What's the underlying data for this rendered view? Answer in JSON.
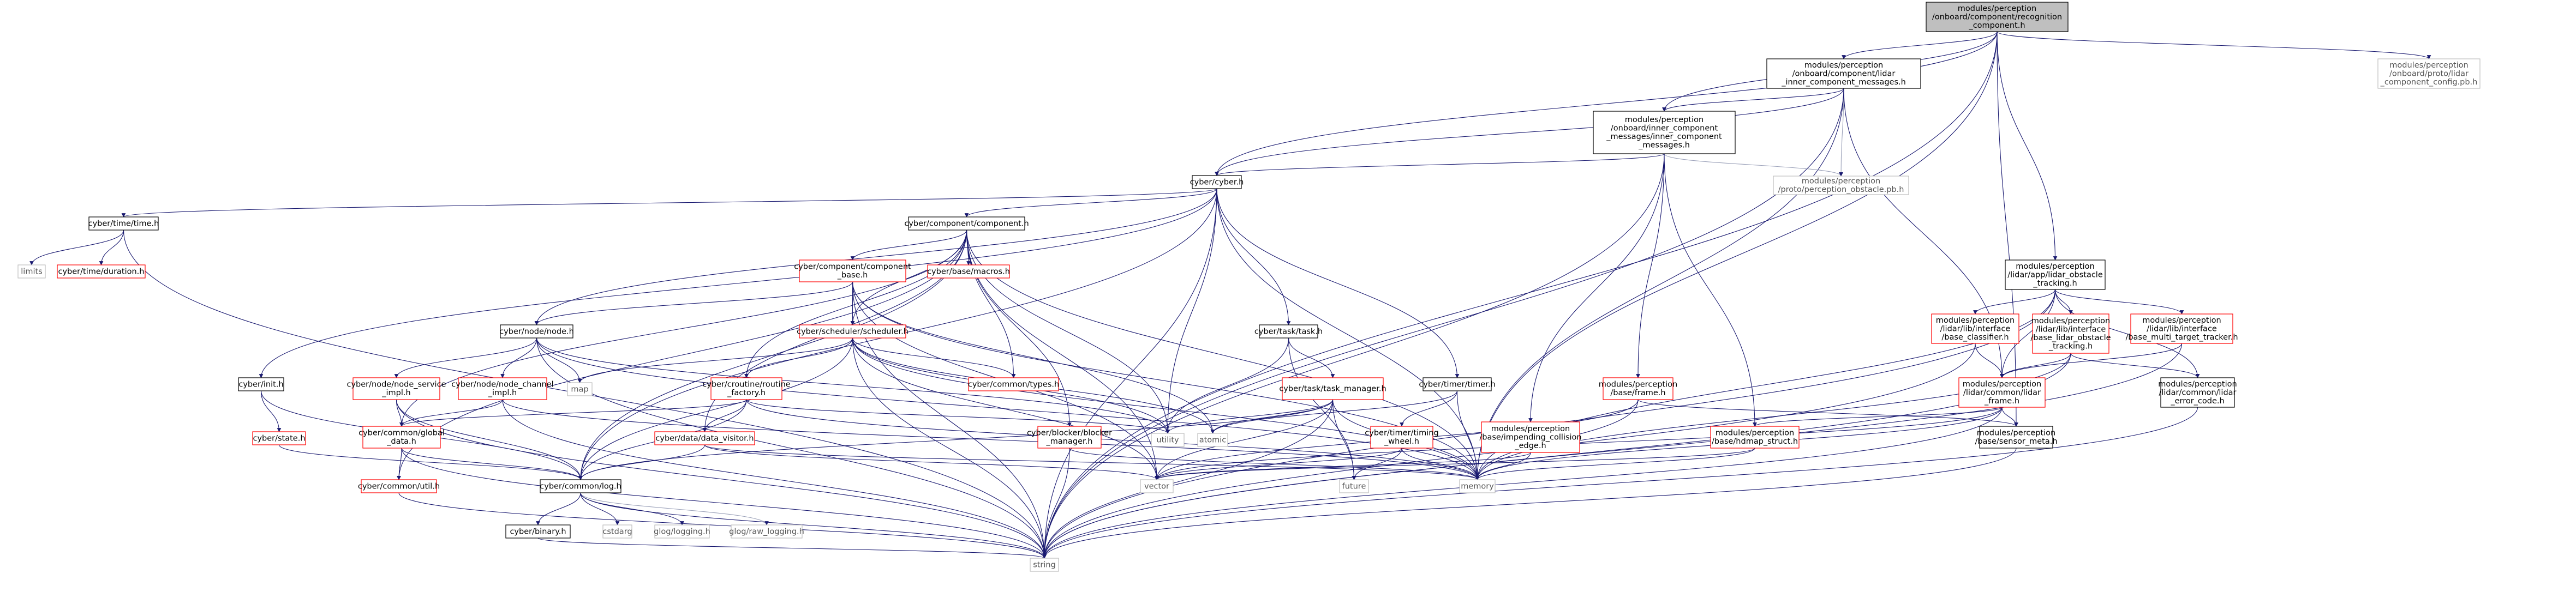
{
  "colors": {
    "edge": "#191970",
    "edge_light": "#9aa0b8",
    "box_black": "#000000",
    "box_red": "#ff0000",
    "box_gray": "#bfbfbf",
    "text_dark": "#000000",
    "text_red": "#ff0000",
    "text_gray": "#555555",
    "root_fill": "#bfbfbf"
  },
  "nodes": [
    {
      "id": "root",
      "kind": "root",
      "lines": [
        "modules/perception",
        "/onboard/component/recognition",
        "_component.h"
      ]
    },
    {
      "id": "lidar_msgs",
      "kind": "black",
      "lines": [
        "modules/perception",
        "/onboard/component/lidar",
        "_inner_component_messages.h"
      ]
    },
    {
      "id": "lidar_cfg",
      "kind": "plain",
      "lines": [
        "modules/perception",
        "/onboard/proto/lidar",
        "_component_config.pb.h"
      ]
    },
    {
      "id": "inner_msgs",
      "kind": "black",
      "lines": [
        "modules/perception",
        "/onboard/inner_component",
        "_messages/inner_component",
        "_messages.h"
      ]
    },
    {
      "id": "perc_obstacle",
      "kind": "plain",
      "lines": [
        "modules/perception",
        "/proto/perception_obstacle.pb.h"
      ]
    },
    {
      "id": "cyber_h",
      "kind": "black",
      "lines": [
        "cyber/cyber.h"
      ]
    },
    {
      "id": "time_h",
      "kind": "black",
      "lines": [
        "cyber/time/time.h"
      ]
    },
    {
      "id": "limits",
      "kind": "plain",
      "lines": [
        "limits"
      ]
    },
    {
      "id": "duration_h",
      "kind": "red",
      "lines": [
        "cyber/time/duration.h"
      ]
    },
    {
      "id": "component_h",
      "kind": "black",
      "lines": [
        "cyber/component/component.h"
      ]
    },
    {
      "id": "component_base",
      "kind": "red",
      "lines": [
        "cyber/component/component",
        "_base.h"
      ]
    },
    {
      "id": "macros_h",
      "kind": "red",
      "lines": [
        "cyber/base/macros.h"
      ]
    },
    {
      "id": "node_h",
      "kind": "black",
      "lines": [
        "cyber/node/node.h"
      ]
    },
    {
      "id": "scheduler_h",
      "kind": "red",
      "lines": [
        "cyber/scheduler/scheduler.h"
      ]
    },
    {
      "id": "task_h",
      "kind": "black",
      "lines": [
        "cyber/task/task.h"
      ]
    },
    {
      "id": "task_manager",
      "kind": "red",
      "lines": [
        "cyber/task/task_manager.h"
      ]
    },
    {
      "id": "timer_h",
      "kind": "black",
      "lines": [
        "cyber/timer/timer.h"
      ]
    },
    {
      "id": "timing_wheel",
      "kind": "red",
      "lines": [
        "cyber/timer/timing",
        "_wheel.h"
      ]
    },
    {
      "id": "init_h",
      "kind": "black",
      "lines": [
        "cyber/init.h"
      ]
    },
    {
      "id": "state_h",
      "kind": "red",
      "lines": [
        "cyber/state.h"
      ]
    },
    {
      "id": "node_service",
      "kind": "red",
      "lines": [
        "cyber/node/node_service",
        "_impl.h"
      ]
    },
    {
      "id": "node_channel",
      "kind": "red",
      "lines": [
        "cyber/node/node_channel",
        "_impl.h"
      ]
    },
    {
      "id": "map",
      "kind": "plain",
      "lines": [
        "map"
      ]
    },
    {
      "id": "routine_factory",
      "kind": "red",
      "lines": [
        "cyber/croutine/routine",
        "_factory.h"
      ]
    },
    {
      "id": "types_h",
      "kind": "red",
      "lines": [
        "cyber/common/types.h"
      ]
    },
    {
      "id": "global_data",
      "kind": "red",
      "lines": [
        "cyber/common/global",
        "_data.h"
      ]
    },
    {
      "id": "data_visitor",
      "kind": "red",
      "lines": [
        "cyber/data/data_visitor.h"
      ]
    },
    {
      "id": "blocker_manager",
      "kind": "red",
      "lines": [
        "cyber/blocker/blocker",
        "_manager.h"
      ]
    },
    {
      "id": "util_h",
      "kind": "red",
      "lines": [
        "cyber/common/util.h"
      ]
    },
    {
      "id": "log_h",
      "kind": "black",
      "lines": [
        "cyber/common/log.h"
      ]
    },
    {
      "id": "binary_h",
      "kind": "black",
      "lines": [
        "cyber/binary.h"
      ]
    },
    {
      "id": "cstdarg",
      "kind": "plain",
      "lines": [
        "cstdarg"
      ]
    },
    {
      "id": "glog_logging",
      "kind": "plain",
      "lines": [
        "glog/logging.h"
      ]
    },
    {
      "id": "glog_raw",
      "kind": "plain",
      "lines": [
        "glog/raw_logging.h"
      ]
    },
    {
      "id": "utility",
      "kind": "plain",
      "lines": [
        "utility"
      ]
    },
    {
      "id": "atomic",
      "kind": "plain",
      "lines": [
        "atomic"
      ]
    },
    {
      "id": "vector",
      "kind": "plain",
      "lines": [
        "vector"
      ]
    },
    {
      "id": "future",
      "kind": "plain",
      "lines": [
        "future"
      ]
    },
    {
      "id": "memory",
      "kind": "plain",
      "lines": [
        "memory"
      ]
    },
    {
      "id": "string",
      "kind": "plain",
      "lines": [
        "string"
      ]
    },
    {
      "id": "base_frame",
      "kind": "red",
      "lines": [
        "modules/perception",
        "/base/frame.h"
      ]
    },
    {
      "id": "impending",
      "kind": "red",
      "lines": [
        "modules/perception",
        "/base/impending_collision",
        "_edge.h"
      ]
    },
    {
      "id": "hdmap_struct",
      "kind": "red",
      "lines": [
        "modules/perception",
        "/base/hdmap_struct.h"
      ]
    },
    {
      "id": "sensor_meta",
      "kind": "black",
      "lines": [
        "modules/perception",
        "/base/sensor_meta.h"
      ]
    },
    {
      "id": "tracking_h",
      "kind": "black",
      "lines": [
        "modules/perception",
        "/lidar/app/lidar_obstacle",
        "_tracking.h"
      ]
    },
    {
      "id": "base_classifier",
      "kind": "red",
      "lines": [
        "modules/perception",
        "/lidar/lib/interface",
        "/base_classifier.h"
      ]
    },
    {
      "id": "base_lidar_tracking",
      "kind": "red",
      "lines": [
        "modules/perception",
        "/lidar/lib/interface",
        "/base_lidar_obstacle",
        "_tracking.h"
      ]
    },
    {
      "id": "base_multi_target",
      "kind": "red",
      "lines": [
        "modules/perception",
        "/lidar/lib/interface",
        "/base_multi_target_tracker.h"
      ]
    },
    {
      "id": "lidar_frame",
      "kind": "red",
      "lines": [
        "modules/perception",
        "/lidar/common/lidar",
        "_frame.h"
      ]
    },
    {
      "id": "lidar_error",
      "kind": "black",
      "lines": [
        "modules/perception",
        "/lidar/common/lidar",
        "_error_code.h"
      ]
    }
  ],
  "edges": [
    [
      "root",
      "lidar_msgs"
    ],
    [
      "root",
      "lidar_cfg"
    ],
    [
      "root",
      "cyber_h"
    ],
    [
      "root",
      "inner_msgs"
    ],
    [
      "root",
      "tracking_h"
    ],
    [
      "root",
      "sensor_meta"
    ],
    [
      "root",
      "memory"
    ],
    [
      "root",
      "string"
    ],
    [
      "lidar_msgs",
      "inner_msgs"
    ],
    [
      "lidar_msgs",
      "cyber_h"
    ],
    [
      "lidar_msgs",
      "perc_obstacle"
    ],
    [
      "lidar_msgs",
      "lidar_frame"
    ],
    [
      "lidar_msgs",
      "memory"
    ],
    [
      "lidar_msgs",
      "string"
    ],
    [
      "inner_msgs",
      "cyber_h"
    ],
    [
      "inner_msgs",
      "perc_obstacle"
    ],
    [
      "inner_msgs",
      "base_frame"
    ],
    [
      "inner_msgs",
      "impending"
    ],
    [
      "inner_msgs",
      "hdmap_struct"
    ],
    [
      "inner_msgs",
      "string"
    ],
    [
      "cyber_h",
      "time_h"
    ],
    [
      "cyber_h",
      "component_h"
    ],
    [
      "cyber_h",
      "init_h"
    ],
    [
      "cyber_h",
      "node_h"
    ],
    [
      "cyber_h",
      "task_h"
    ],
    [
      "cyber_h",
      "timer_h"
    ],
    [
      "cyber_h",
      "log_h"
    ],
    [
      "cyber_h",
      "utility"
    ],
    [
      "cyber_h",
      "memory"
    ],
    [
      "cyber_h",
      "string"
    ],
    [
      "time_h",
      "limits"
    ],
    [
      "time_h",
      "duration_h"
    ],
    [
      "time_h",
      "string"
    ],
    [
      "component_h",
      "component_base"
    ],
    [
      "component_h",
      "macros_h"
    ],
    [
      "component_h",
      "scheduler_h"
    ],
    [
      "component_h",
      "routine_factory"
    ],
    [
      "component_h",
      "types_h"
    ],
    [
      "component_h",
      "global_data"
    ],
    [
      "component_h",
      "data_visitor"
    ],
    [
      "component_h",
      "blocker_manager"
    ],
    [
      "component_h",
      "log_h"
    ],
    [
      "component_h",
      "util_h"
    ],
    [
      "component_h",
      "utility"
    ],
    [
      "component_h",
      "vector"
    ],
    [
      "component_h",
      "memory"
    ],
    [
      "component_base",
      "node_h"
    ],
    [
      "component_base",
      "scheduler_h"
    ],
    [
      "component_base",
      "atomic"
    ],
    [
      "component_base",
      "vector"
    ],
    [
      "component_base",
      "memory"
    ],
    [
      "component_base",
      "string"
    ],
    [
      "node_h",
      "node_service"
    ],
    [
      "node_h",
      "node_channel"
    ],
    [
      "node_h",
      "map"
    ],
    [
      "node_h",
      "memory"
    ],
    [
      "node_h",
      "string"
    ],
    [
      "node_h",
      "utility"
    ],
    [
      "node_service",
      "global_data"
    ],
    [
      "node_service",
      "log_h"
    ],
    [
      "node_service",
      "string"
    ],
    [
      "node_channel",
      "global_data"
    ],
    [
      "node_channel",
      "memory"
    ],
    [
      "node_channel",
      "string"
    ],
    [
      "scheduler_h",
      "routine_factory"
    ],
    [
      "scheduler_h",
      "types_h"
    ],
    [
      "scheduler_h",
      "map"
    ],
    [
      "scheduler_h",
      "atomic"
    ],
    [
      "scheduler_h",
      "log_h"
    ],
    [
      "scheduler_h",
      "memory"
    ],
    [
      "scheduler_h",
      "string"
    ],
    [
      "scheduler_h",
      "vector"
    ],
    [
      "scheduler_h",
      "utility"
    ],
    [
      "routine_factory",
      "data_visitor"
    ],
    [
      "routine_factory",
      "global_data"
    ],
    [
      "routine_factory",
      "log_h"
    ],
    [
      "routine_factory",
      "utility"
    ],
    [
      "routine_factory",
      "memory"
    ],
    [
      "global_data",
      "util_h"
    ],
    [
      "global_data",
      "log_h"
    ],
    [
      "global_data",
      "string"
    ],
    [
      "data_visitor",
      "log_h"
    ],
    [
      "data_visitor",
      "vector"
    ],
    [
      "data_visitor",
      "memory"
    ],
    [
      "blocker_manager",
      "string"
    ],
    [
      "blocker_manager",
      "memory"
    ],
    [
      "util_h",
      "string"
    ],
    [
      "log_h",
      "binary_h"
    ],
    [
      "log_h",
      "cstdarg"
    ],
    [
      "log_h",
      "glog_logging"
    ],
    [
      "log_h",
      "glog_raw"
    ],
    [
      "log_h",
      "string"
    ],
    [
      "binary_h",
      "string"
    ],
    [
      "init_h",
      "state_h"
    ],
    [
      "init_h",
      "log_h"
    ],
    [
      "state_h",
      "log_h"
    ],
    [
      "task_h",
      "task_manager"
    ],
    [
      "task_h",
      "future"
    ],
    [
      "task_h",
      "utility"
    ],
    [
      "task_manager",
      "future"
    ],
    [
      "task_manager",
      "atomic"
    ],
    [
      "task_manager",
      "vector"
    ],
    [
      "task_manager",
      "memory"
    ],
    [
      "task_manager",
      "string"
    ],
    [
      "task_manager",
      "utility"
    ],
    [
      "task_manager",
      "log_h"
    ],
    [
      "timer_h",
      "timing_wheel"
    ],
    [
      "timer_h",
      "atomic"
    ],
    [
      "timer_h",
      "memory"
    ],
    [
      "timing_wheel",
      "future"
    ],
    [
      "timing_wheel",
      "vector"
    ],
    [
      "timing_wheel",
      "memory"
    ],
    [
      "base_frame",
      "sensor_meta"
    ],
    [
      "base_frame",
      "vector"
    ],
    [
      "base_frame",
      "memory"
    ],
    [
      "impending",
      "vector"
    ],
    [
      "impending",
      "memory"
    ],
    [
      "hdmap_struct",
      "vector"
    ],
    [
      "hdmap_struct",
      "memory"
    ],
    [
      "sensor_meta",
      "string"
    ],
    [
      "tracking_h",
      "base_classifier"
    ],
    [
      "tracking_h",
      "base_lidar_tracking"
    ],
    [
      "tracking_h",
      "base_multi_target"
    ],
    [
      "tracking_h",
      "lidar_frame"
    ],
    [
      "tracking_h",
      "lidar_error"
    ],
    [
      "tracking_h",
      "memory"
    ],
    [
      "tracking_h",
      "string"
    ],
    [
      "base_classifier",
      "lidar_frame"
    ],
    [
      "base_classifier",
      "string"
    ],
    [
      "base_lidar_tracking",
      "lidar_frame"
    ],
    [
      "base_lidar_tracking",
      "lidar_error"
    ],
    [
      "base_lidar_tracking",
      "memory"
    ],
    [
      "base_lidar_tracking",
      "string"
    ],
    [
      "base_multi_target",
      "lidar_frame"
    ],
    [
      "base_multi_target",
      "string"
    ],
    [
      "lidar_frame",
      "hdmap_struct"
    ],
    [
      "lidar_frame",
      "sensor_meta"
    ],
    [
      "lidar_frame",
      "memory"
    ],
    [
      "lidar_frame",
      "vector"
    ],
    [
      "lidar_frame",
      "string"
    ],
    [
      "lidar_error",
      "string"
    ]
  ]
}
